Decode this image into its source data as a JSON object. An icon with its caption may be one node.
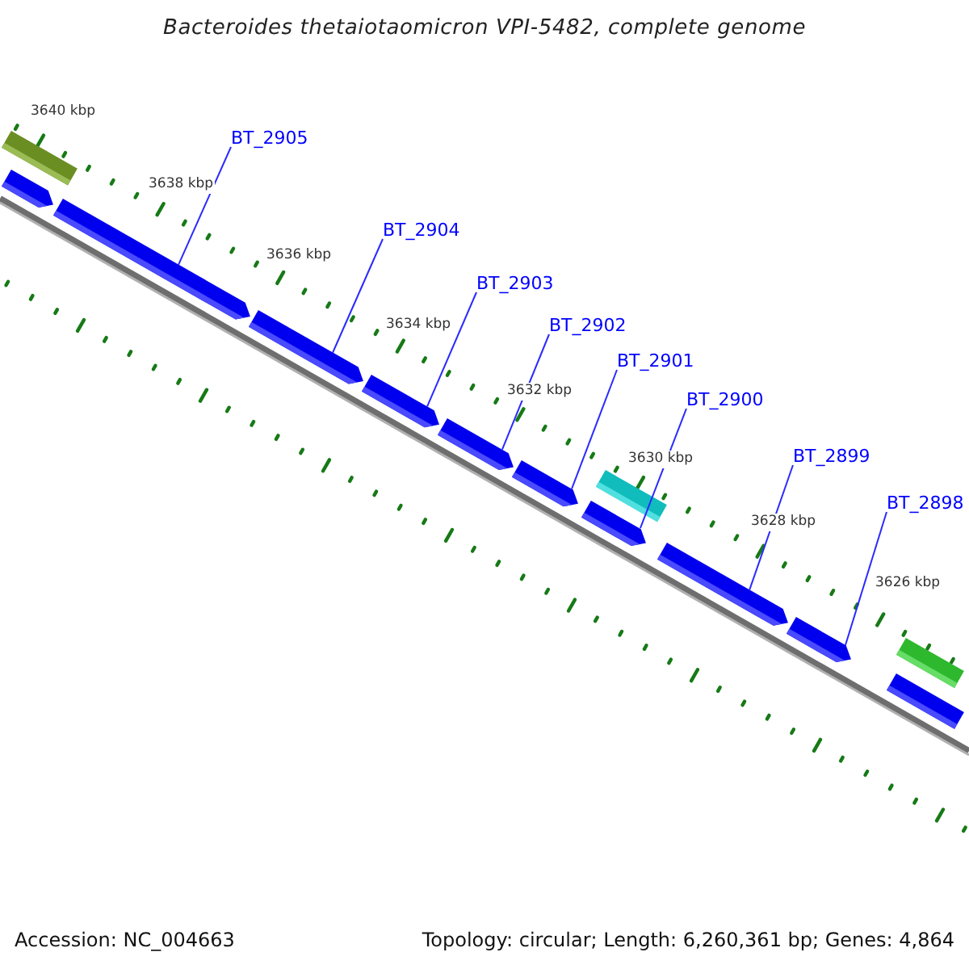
{
  "diagram": {
    "title": "Bacteroides thetaiotaomicron VPI-5482, complete genome",
    "nodes": [
      {
        "text": [
          "BT_2905"
        ]
      },
      {
        "text": [
          "BT_2904"
        ]
      },
      {
        "text": [
          "BT_2903"
        ]
      },
      {
        "text": [
          "BT_2902"
        ]
      },
      {
        "text": [
          "BT_2901"
        ]
      },
      {
        "text": [
          "BT_2900"
        ]
      },
      {
        "text": [
          "BT_2899"
        ]
      },
      {
        "text": [
          "BT_2898"
        ]
      },
      {
        "text": [],
        "shape": "bar"
      },
      {
        "text": [],
        "shape": "arrow"
      },
      {
        "text": [],
        "shape": "arrow"
      },
      {
        "text": [],
        "shape": "arrow"
      },
      {
        "text": [],
        "shape": "arrow"
      },
      {
        "text": [],
        "shape": "arrow"
      },
      {
        "text": [],
        "shape": "arrow"
      },
      {
        "text": [],
        "shape": "bar"
      },
      {
        "text": [],
        "shape": "arrow"
      },
      {
        "text": [],
        "shape": "arrow"
      },
      {
        "text": [],
        "shape": "arrow"
      },
      {
        "text": [],
        "shape": "bar"
      },
      {
        "text": [],
        "shape": "bar"
      }
    ],
    "edges": [
      {
        "from": 0,
        "to": 10,
        "arrow": "none"
      },
      {
        "from": 1,
        "to": 11,
        "arrow": "none"
      },
      {
        "from": 2,
        "to": 12,
        "arrow": "none"
      },
      {
        "from": 3,
        "to": 13,
        "arrow": "none"
      },
      {
        "from": 4,
        "to": 14,
        "arrow": "none"
      },
      {
        "from": 5,
        "to": 16,
        "arrow": "none"
      },
      {
        "from": 6,
        "to": 17,
        "arrow": "none"
      },
      {
        "from": 7,
        "to": 18,
        "arrow": "none"
      }
    ],
    "labels": [
      "3640 kbp",
      "3638 kbp",
      "3636 kbp",
      "3634 kbp",
      "3632 kbp",
      "3630 kbp",
      "3628 kbp",
      "3626 kbp",
      "Accession: NC_004663",
      "Topology: circular; Length: 6,260,361 bp; Genes: 4,864"
    ]
  }
}
